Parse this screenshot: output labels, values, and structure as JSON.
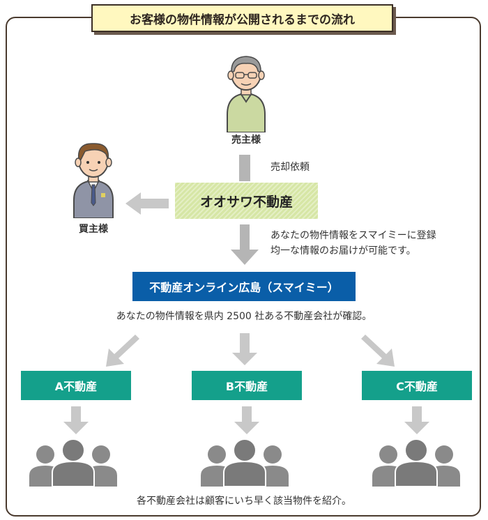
{
  "title": "お客様の物件情報が公開されるまでの流れ",
  "seller": {
    "label": "売主様"
  },
  "buyer": {
    "label": "買主様"
  },
  "sale_request": "売却依頼",
  "agency": {
    "name": "オオサワ不動産"
  },
  "register_note": {
    "line1": "あなたの物件情報をスマイミーに登録",
    "line2": "均一な情報のお届けが可能です。"
  },
  "portal": {
    "name": "不動産オンライン広島（スマイミー）"
  },
  "confirm_note": "あなたの物件情報を県内 2500 社ある不動産会社が確認。",
  "companies": [
    {
      "name": "A不動産"
    },
    {
      "name": "B不動産"
    },
    {
      "name": "C不動産"
    }
  ],
  "footer": "各不動産会社は顧客にいち早く該当物件を紹介。",
  "colors": {
    "title_bg": "#fff8bf",
    "agency_bg": "#d6e6a5",
    "portal_bg": "#0a5ea8",
    "company_bg": "#14a08b",
    "arrow": "#b5b5b5",
    "customer_icon": "#888888"
  }
}
